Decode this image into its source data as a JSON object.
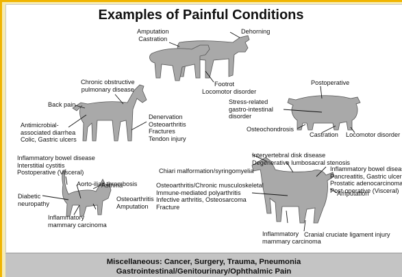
{
  "title": "Examples of Painful Conditions",
  "colors": {
    "page_border": "#f0b400",
    "page_bg": "#f6ecb4",
    "animal_fill": "#a9a9a9",
    "footer_bg": "#c4c4c4"
  },
  "cattle_sheep": {
    "amputation": "Amputation",
    "castration": "Castration",
    "dehorning": "Dehorning",
    "footrot": "Footrot",
    "locomotor": "Locomotor disorder"
  },
  "horse": {
    "copd": [
      "Chronic obstructive",
      "pulmonary disease"
    ],
    "back_pain": "Back pain",
    "left": [
      "Antimicrobial-",
      "associated diarrhea",
      "Colic, Gastric ulcers"
    ],
    "right": [
      "Denervation",
      "Osteoarthritis",
      "Fractures",
      "Tendon injury"
    ]
  },
  "pig": {
    "postoperative": "Postoperative",
    "stress": [
      "Stress-related",
      "gastro-intestinal",
      "disorder"
    ],
    "osteochondrosis": "Osteochondrosis",
    "castration": "Castration",
    "locomotor": "Locomotor disorder"
  },
  "cat": {
    "top": [
      "Inflammatory bowel disease",
      "Interstitial cystitis",
      "Postoperative (Visceral)"
    ],
    "thrombosis": "Aorto-iliac thrombosis",
    "asthma": "Asthma",
    "diabetic": [
      "Diabetic",
      "neuropathy"
    ],
    "osteo": [
      "Osteoarthritis",
      "Amputation"
    ],
    "mammary": [
      "Inflammatory",
      "mammary carcinoma"
    ]
  },
  "dog": {
    "ivdd": [
      "Intervertebral disk disease",
      "Degenerative lumbosacral stenosis"
    ],
    "chiari": "Chiari malformation/syringomyelia",
    "right_top": [
      "Inflammatory bowel disease",
      "Pancreatitis, Gastric ulcers",
      "Prostatic adenocarcinoma",
      "Post-operative (Visceral)"
    ],
    "musculo": [
      "Osteoarthritis/Chronic musculoskeletal",
      "Immune-mediated polyarthritis",
      "Infective arthritis, Osteosarcoma",
      "Fracture"
    ],
    "amputation": "Amputation",
    "mammary": [
      "Inflammatory",
      "mammary carcinoma"
    ],
    "cruciate": "Cranial cruciate ligament injury"
  },
  "footer": {
    "line1": "Miscellaneous: Cancer, Surgery, Trauma, Pneumonia",
    "line2": "Gastrointestinal/Genitourinary/Ophthalmic Pain"
  }
}
